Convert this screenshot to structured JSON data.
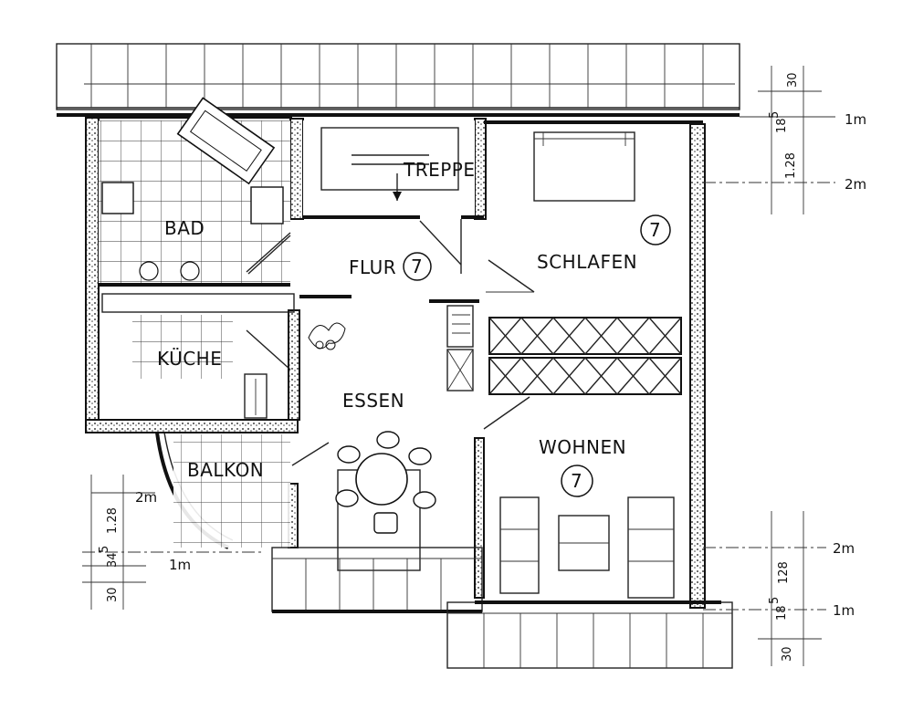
{
  "rooms": {
    "bad": "BAD",
    "treppe": "TREPPE",
    "flur": "FLUR",
    "flur_count": "7",
    "schlafen": "SCHLAFEN",
    "schlafen_count": "7",
    "kueche": "KÜCHE",
    "essen": "ESSEN",
    "wohnen": "WOHNEN",
    "wohnen_count": "7",
    "balkon": "BALKON"
  },
  "dimensions_right_top": {
    "d30": "30",
    "d18": "18",
    "d5": "5",
    "d128": "1.28",
    "m1": "1m",
    "m2": "2m"
  },
  "dimensions_right_bottom": {
    "m2": "2m",
    "d128": "128",
    "d18": "18",
    "d5": "5",
    "m1": "1m",
    "d30": "30"
  },
  "dimensions_left": {
    "m2": "2m",
    "d128": "1.28",
    "d34": "34",
    "d5": "5",
    "m1": "1m",
    "d30": "30"
  }
}
